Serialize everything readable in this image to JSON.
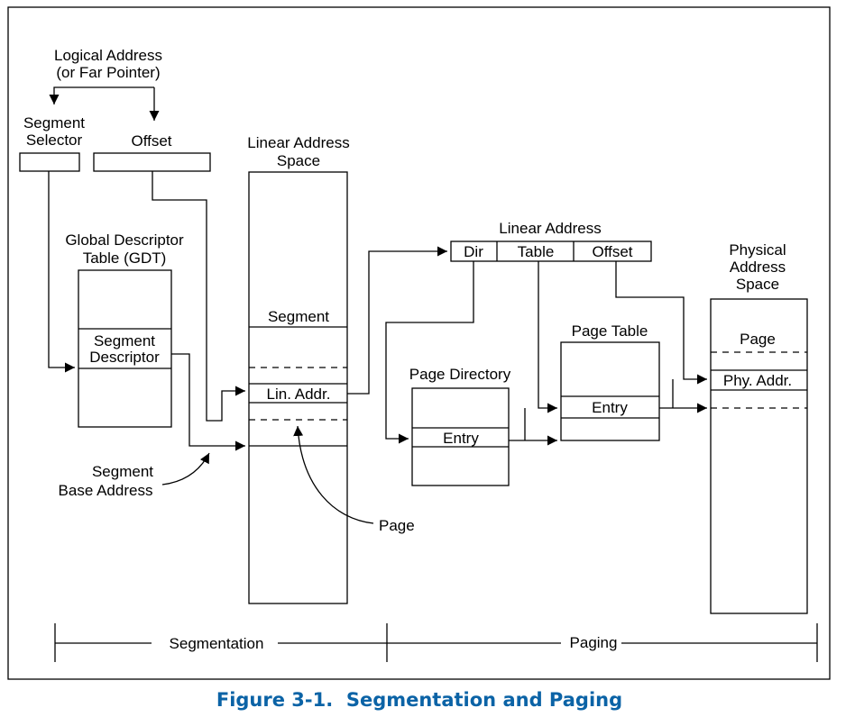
{
  "labels": {
    "logical_address_1": "Logical Address",
    "logical_address_2": "(or Far Pointer)",
    "segment_selector_1": "Segment",
    "segment_selector_2": "Selector",
    "offset": "Offset",
    "linear_space_1": "Linear Address",
    "linear_space_2": "Space",
    "gdt_1": "Global Descriptor",
    "gdt_2": "Table (GDT)",
    "segment_descriptor_1": "Segment",
    "segment_descriptor_2": "Descriptor",
    "segment": "Segment",
    "lin_addr": "Lin. Addr.",
    "segment_base_1": "Segment",
    "segment_base_2": "Base Address",
    "page_pointer": "Page",
    "linear_address": "Linear Address",
    "field_dir": "Dir",
    "field_table": "Table",
    "field_offset": "Offset",
    "page_directory": "Page Directory",
    "pd_entry": "Entry",
    "page_table": "Page Table",
    "pt_entry": "Entry",
    "physical_space_1": "Physical",
    "physical_space_2": "Address",
    "physical_space_3": "Space",
    "phys_page": "Page",
    "phy_addr": "Phy. Addr.",
    "segmentation": "Segmentation",
    "paging": "Paging"
  },
  "caption": "Figure 3-1.  Segmentation and Paging",
  "colors": {
    "caption": "#0b63a6",
    "lines": "#000000",
    "background": "#ffffff"
  }
}
